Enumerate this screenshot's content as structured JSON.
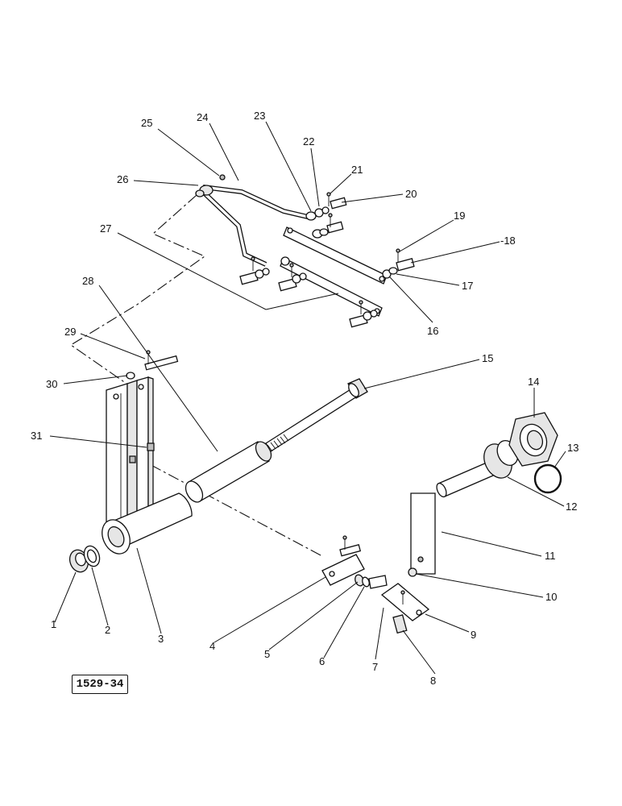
{
  "figure_code": "1529-34",
  "callouts": {
    "c1": "1",
    "c2": "2",
    "c3": "3",
    "c4": "4",
    "c5": "5",
    "c6": "6",
    "c7": "7",
    "c8": "8",
    "c9": "9",
    "c10": "10",
    "c11": "11",
    "c12": "12",
    "c13": "13",
    "c14": "14",
    "c15": "15",
    "c16": "16",
    "c17": "17",
    "c18": "-18",
    "c19": "19",
    "c20": "20",
    "c21": "21",
    "c22": "22",
    "c23": "23",
    "c24": "24",
    "c25": "25",
    "c26": "26",
    "c27": "27",
    "c28": "28",
    "c29": "29",
    "c30": "30",
    "c31": "31"
  }
}
